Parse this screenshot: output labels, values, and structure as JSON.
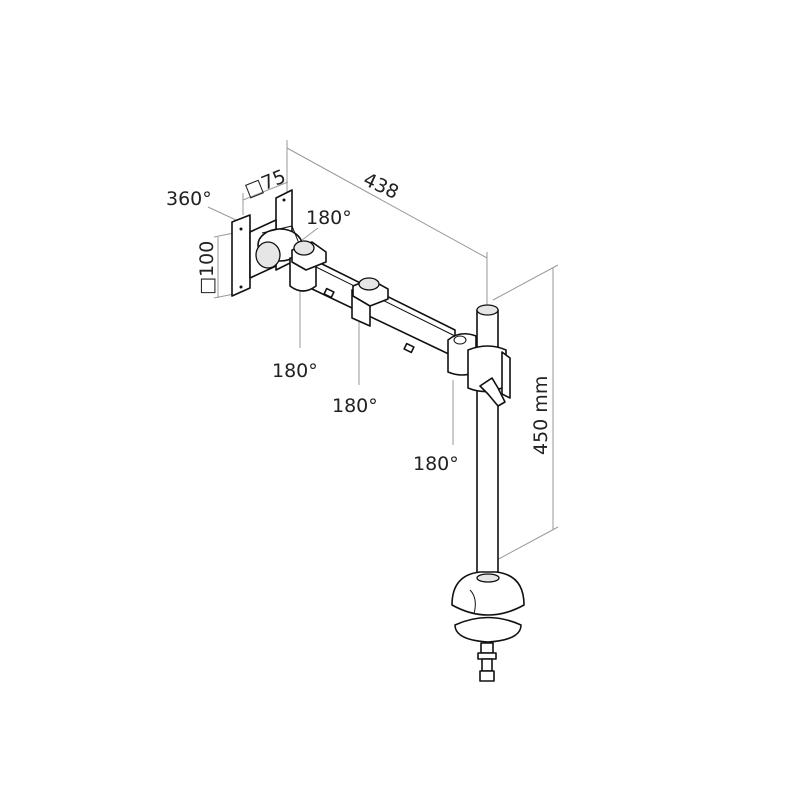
{
  "diagram": {
    "subject": "monitor-arm",
    "labels": {
      "rotation_plate": "360°",
      "vesa_width": "□75",
      "vesa_height": "□100",
      "arm_length": "438",
      "joint_head": "180°",
      "joint_first": "180°",
      "joint_middle": "180°",
      "joint_pole": "180°",
      "pole_height": "450 mm"
    },
    "colors": {
      "line": "#111111",
      "dimension": "#9a9a9a",
      "background": "#ffffff"
    }
  }
}
